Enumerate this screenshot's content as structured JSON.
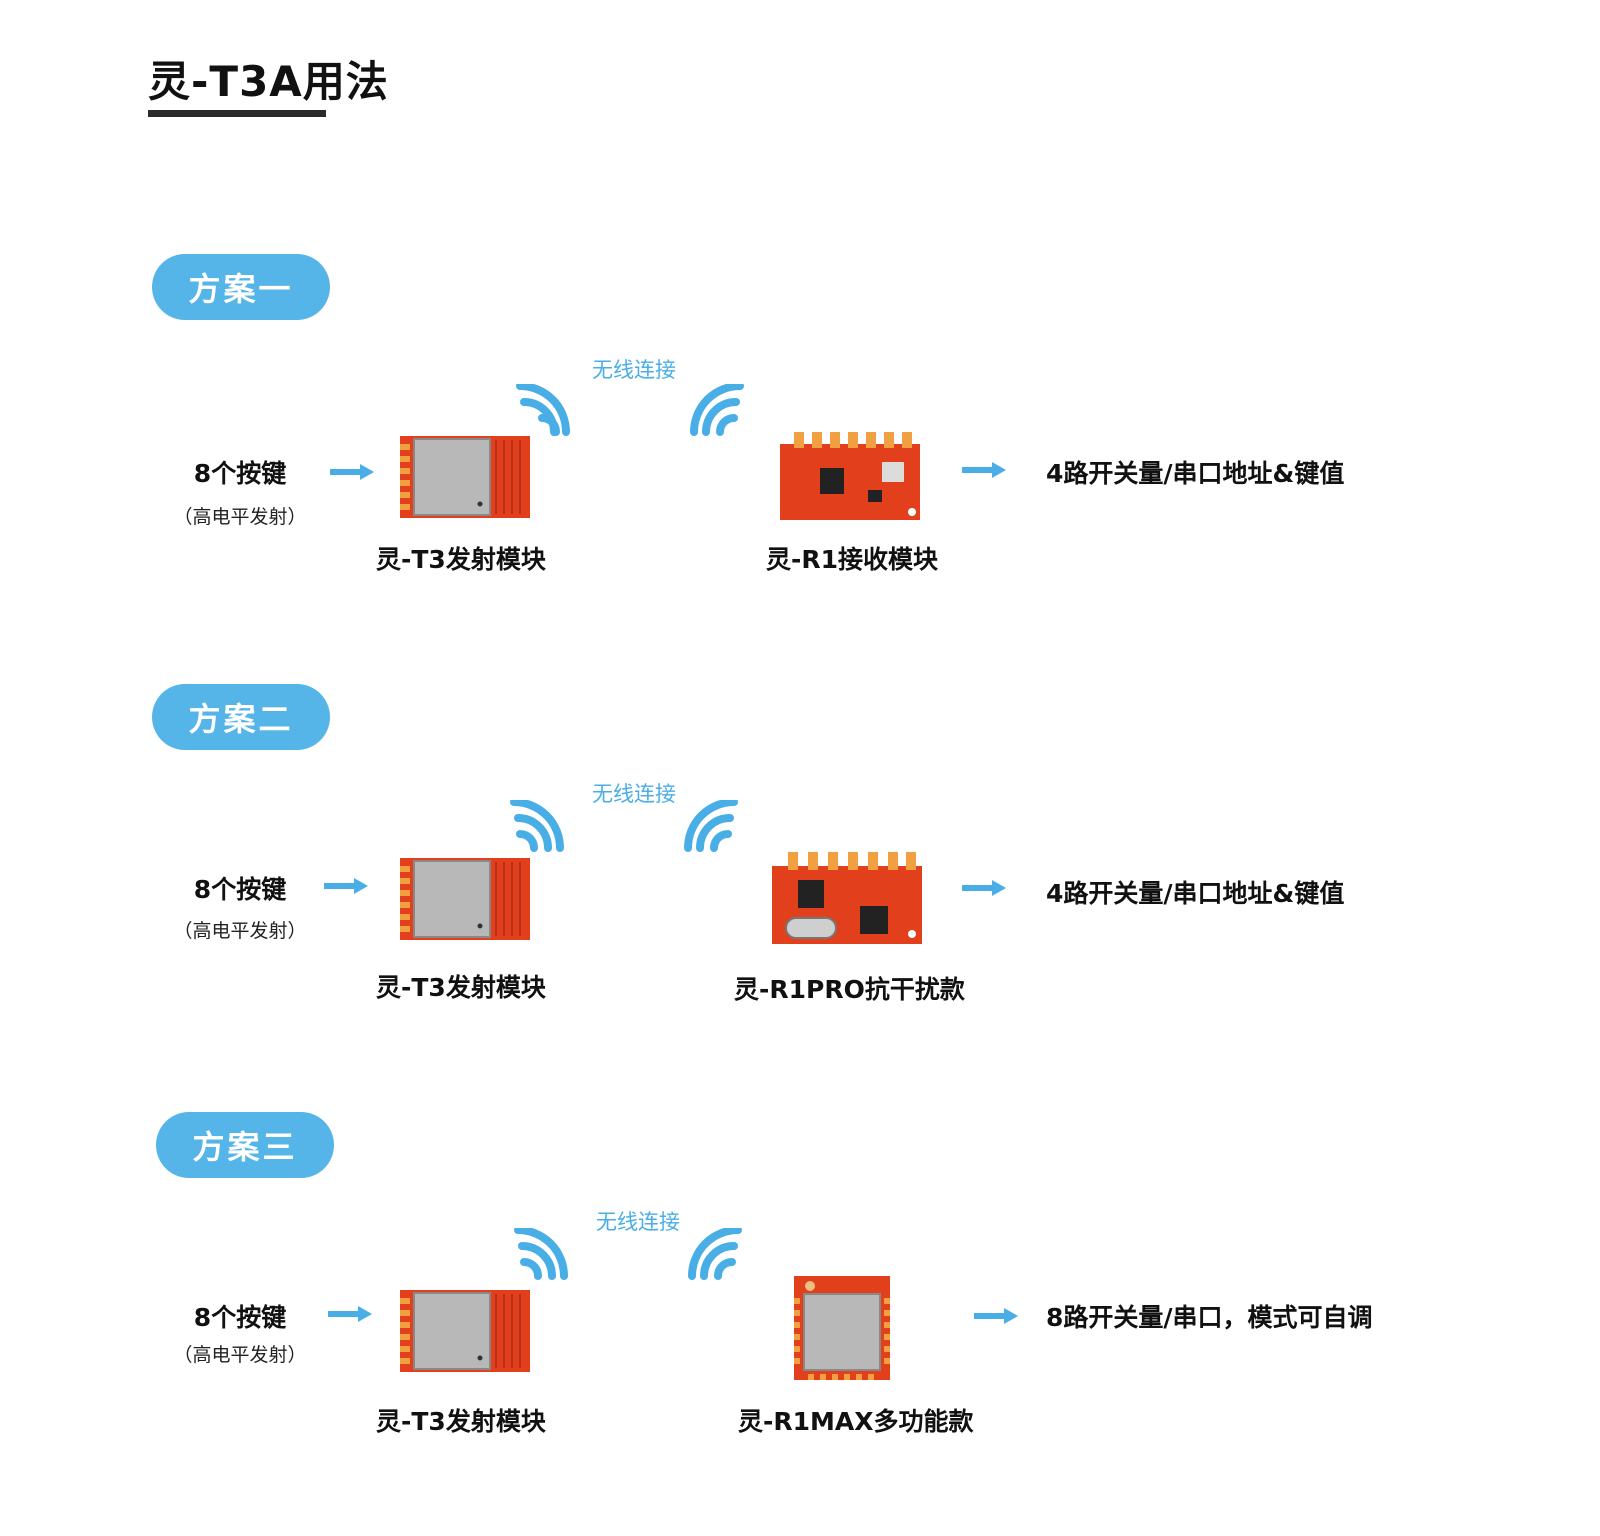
{
  "header": {
    "title": "灵-T3A用法"
  },
  "plans": [
    {
      "badge": "方案一",
      "wireless_label": "无线连接",
      "input_label": "8个按键",
      "input_sub": "（高电平发射）",
      "transmitter_label": "灵-T3发射模块",
      "receiver_label": "灵-R1接收模块",
      "output_label": "4路开关量/串口地址&键值"
    },
    {
      "badge": "方案二",
      "wireless_label": "无线连接",
      "input_label": "8个按键",
      "input_sub": "（高电平发射）",
      "transmitter_label": "灵-T3发射模块",
      "receiver_label": "灵-R1PRO抗干扰款",
      "output_label": "4路开关量/串口地址&键值"
    },
    {
      "badge": "方案三",
      "wireless_label": "无线连接",
      "input_label": "8个按键",
      "input_sub": "（高电平发射）",
      "transmitter_label": "灵-T3发射模块",
      "receiver_label": "灵-R1MAX多功能款",
      "output_label": "8路开关量/串口，模式可自调"
    }
  ],
  "colors": {
    "accent": "#55b4e8",
    "pcb_red": "#e2401c",
    "shield_gray": "#b8b8b8"
  },
  "icons": [
    "wifi-signal-icon",
    "right-arrow-icon"
  ]
}
